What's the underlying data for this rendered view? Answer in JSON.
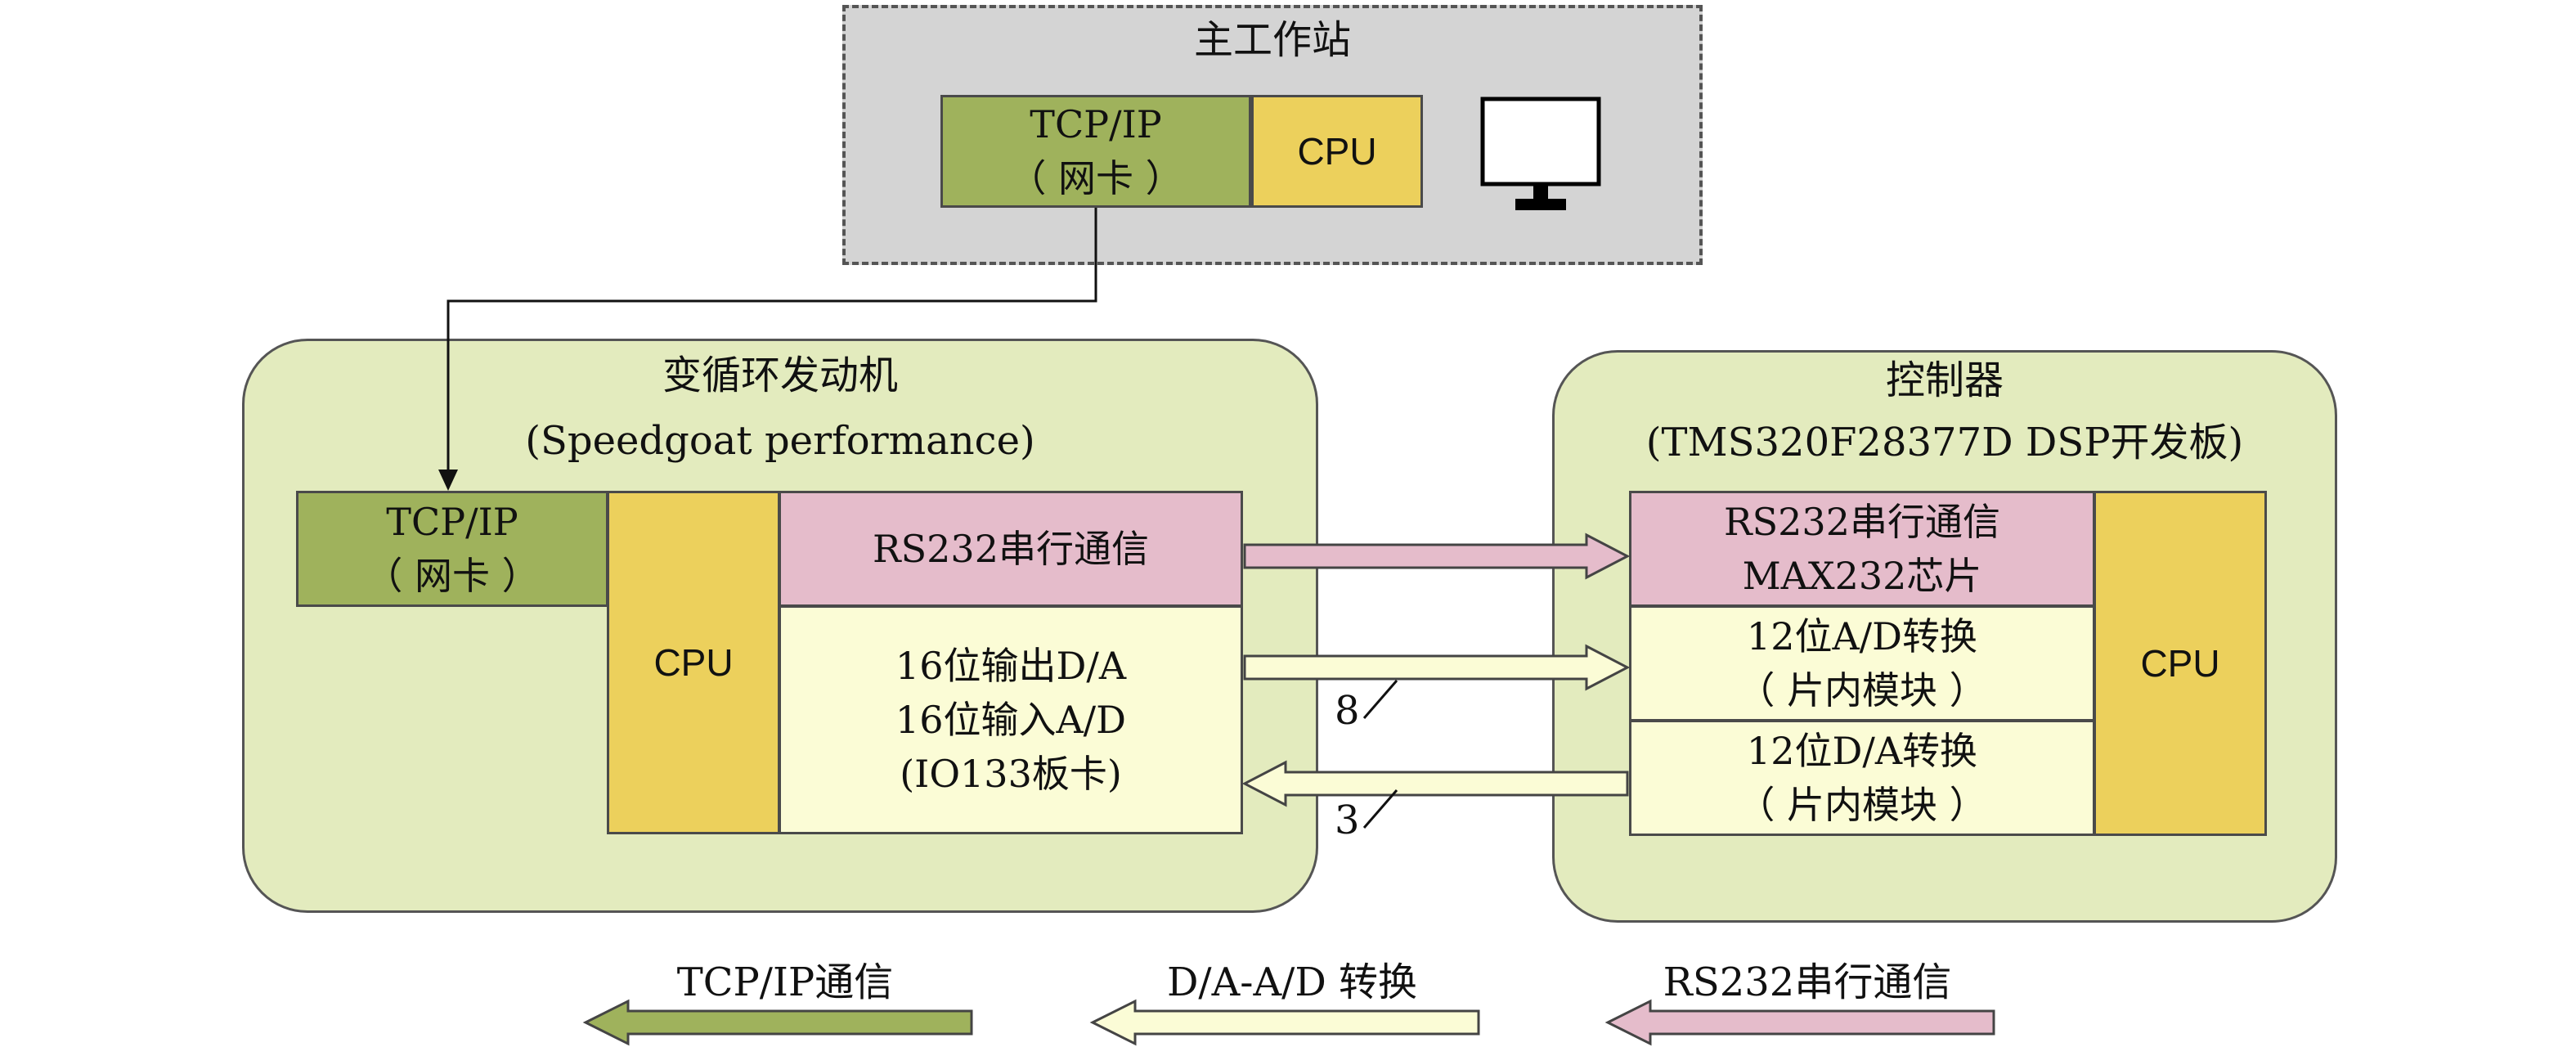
{
  "workstation": {
    "title": "主工作站",
    "tcp_line1": "TCP/IP",
    "tcp_line2": "（ 网卡 ）",
    "cpu": "CPU",
    "monitor_icon": "monitor-icon"
  },
  "engine": {
    "title_line1": "变循环发动机",
    "title_line2": "(Speedgoat performance)",
    "tcp_line1": "TCP/IP",
    "tcp_line2": "（ 网卡 ）",
    "cpu": "CPU",
    "rs232": "RS232串行通信",
    "io_line1": "16位输出D/A",
    "io_line2": "16位输入A/D",
    "io_line3": "(IO133板卡)"
  },
  "controller": {
    "title_line1": "控制器",
    "title_line2": "(TMS320F28377D DSP开发板)",
    "rs_line1": "RS232串行通信",
    "rs_line2": "MAX232芯片",
    "ad_line1": "12位A/D转换",
    "ad_line2": "（ 片内模块 ）",
    "da_line1": "12位D/A转换",
    "da_line2": "（ 片内模块 ）",
    "cpu": "CPU"
  },
  "bus_labels": {
    "da_count": "8",
    "ad_count": "3"
  },
  "legend": {
    "tcp": "TCP/IP通信",
    "daad": "D/A-A/D 转换",
    "rs232": "RS232串行通信"
  },
  "colors": {
    "tcp": "#9fb25c",
    "cpu": "#ecd05c",
    "rs232": "#e5bccb",
    "da": "#fbfcd6",
    "group": "#e3ebbe",
    "workstation": "#d4d4d4"
  }
}
